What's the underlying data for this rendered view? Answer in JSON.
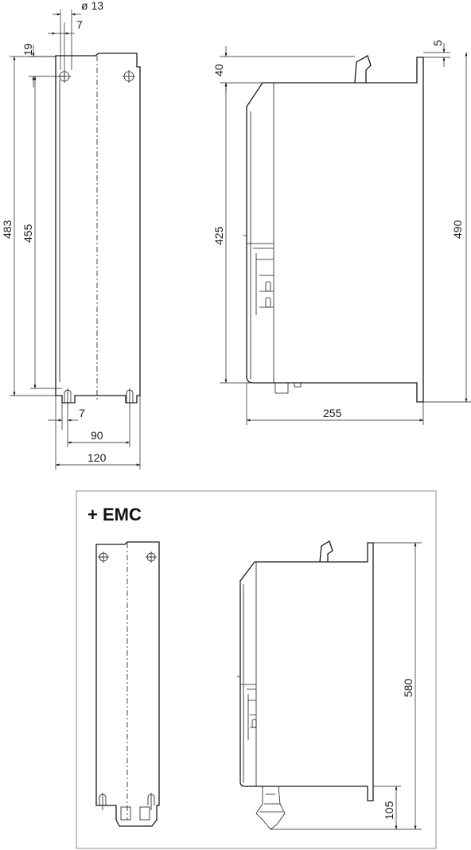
{
  "drawing": {
    "top_front": {
      "dim_hole_dia": "ø 13",
      "dim_hole_offset_top": "7",
      "dim_hole_vertical": "19",
      "dim_height_total": "483",
      "dim_hole_pitch": "455",
      "dim_hole_offset_bottom": "7",
      "dim_hole_spacing": "90",
      "dim_width": "120"
    },
    "top_side": {
      "dim_top_offset": "40",
      "dim_flange_top": "5",
      "dim_body_height": "425",
      "dim_total_height": "490",
      "dim_depth": "255"
    },
    "emc_variant": {
      "title": "+ EMC",
      "dim_total_height": "580",
      "dim_bottom_extension": "105"
    }
  }
}
